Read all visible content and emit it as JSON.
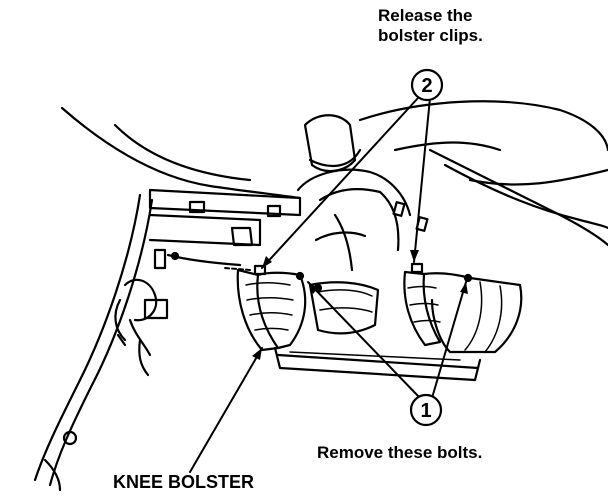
{
  "labels": {
    "release_line1": "Release the",
    "release_line2": "bolster clips.",
    "remove": "Remove these bolts.",
    "knee_bolster": "KNEE BOLSTER"
  },
  "callouts": {
    "clips": "2",
    "bolts": "1"
  },
  "colors": {
    "ink": "#000000",
    "paper": "#ffffff"
  }
}
